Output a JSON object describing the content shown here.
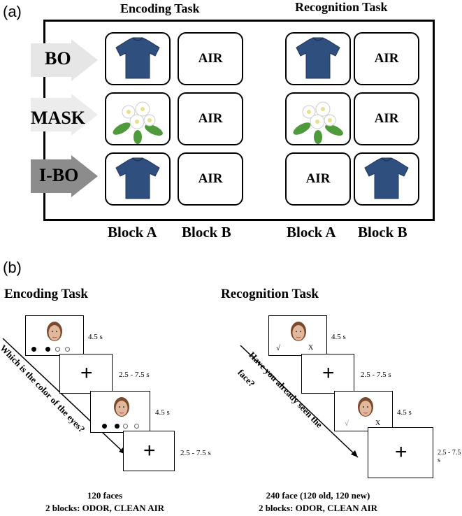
{
  "panel_a": {
    "label": "(a)",
    "encoding_title": "Encoding Task",
    "recognition_title": "Recognition Task",
    "rows": [
      {
        "label": "BO",
        "arrow_color": "#e6e6e6",
        "encoding": [
          "tshirt-icon",
          "AIR"
        ],
        "recognition": [
          "tshirt-icon",
          "AIR"
        ]
      },
      {
        "label": "MASK",
        "arrow_color": "#ececec",
        "encoding": [
          "flower-icon",
          "AIR"
        ],
        "recognition": [
          "flower-icon",
          "AIR"
        ]
      },
      {
        "label": "I-BO",
        "arrow_color": "#8c8c8c",
        "encoding": [
          "tshirt-icon",
          "AIR"
        ],
        "recognition": [
          "AIR",
          "tshirt-icon"
        ]
      }
    ],
    "air_text": "AIR",
    "blocks": [
      "Block A",
      "Block B",
      "Block A",
      "Block B"
    ]
  },
  "panel_b": {
    "label": "(b)",
    "encoding": {
      "title": "Encoding Task",
      "question": "Which is the color of the eyes?",
      "times": [
        "4.5 s",
        "2.5 - 7.5 s",
        "4.5 s",
        "2.5 - 7.5 s"
      ],
      "footer_line1": "120 faces",
      "footer_line2": "2 blocks: ODOR, CLEAN AIR"
    },
    "recognition": {
      "title": "Recognition Task",
      "question_line1": "Have you already seen the",
      "question_line2": "face?",
      "times": [
        "4.5 s",
        "2.5 - 7.5 s",
        "4.5 s",
        "2.5 - 7.5 s"
      ],
      "check": "√",
      "cross_mark": "X",
      "footer_line1": "240 face (120 old, 120 new)",
      "footer_line2": "2 blocks: ODOR, CLEAN AIR"
    },
    "fixation": "+"
  },
  "colors": {
    "shirt": "#2f4f7f",
    "leaf": "#4f9a3a",
    "petal": "#ffffff",
    "skin": "#e2b89c"
  }
}
